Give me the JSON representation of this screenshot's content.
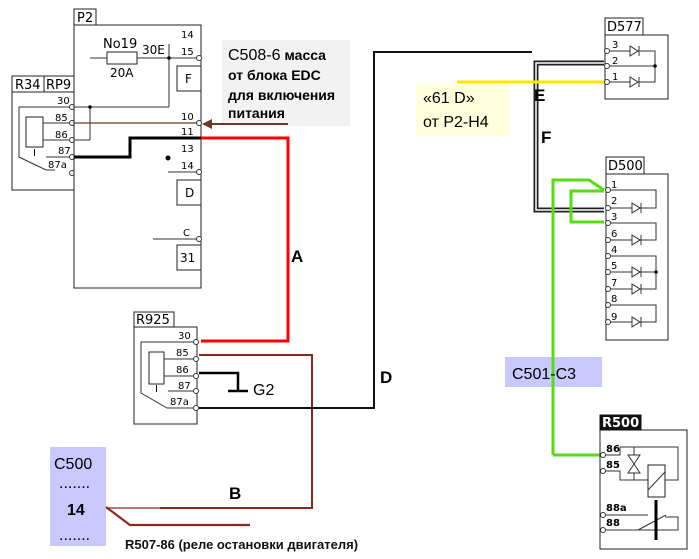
{
  "components": {
    "p2": {
      "title": "P2",
      "fuse_name": "No19",
      "fuse_rating": "20A",
      "fuse_terminal": "30E",
      "pins": [
        "14",
        "15",
        "10",
        "11",
        "13",
        "14",
        "C"
      ],
      "blocks": [
        "F",
        "D",
        "31"
      ]
    },
    "r34": {
      "title": "R34",
      "subtitle": "RP9",
      "pins": [
        "30",
        "85",
        "86",
        "87",
        "87a"
      ],
      "coil_mark": "I"
    },
    "r925": {
      "title": "R925",
      "pins": [
        "30",
        "85",
        "86",
        "87",
        "87a"
      ],
      "coil_mark": "I"
    },
    "d577": {
      "title": "D577",
      "pins": [
        "3",
        "2",
        "1"
      ]
    },
    "d500": {
      "title": "D500",
      "pins": [
        "1",
        "2",
        "3",
        "6",
        "4",
        "5",
        "7",
        "8",
        "9"
      ]
    },
    "r500": {
      "title": "R500",
      "pins": [
        "86",
        "85",
        "88a",
        "88"
      ]
    },
    "ground": {
      "label": "G2"
    }
  },
  "annotations": {
    "c508": {
      "line1_code": "C508-6",
      "line1_rest": "масса",
      "line2": "от блока EDC",
      "line3": "для включения",
      "line4": "питания"
    },
    "note_61d": {
      "line1": "«61 D»",
      "line2": "от P2-H4"
    },
    "c501": {
      "label": "C501-C3"
    },
    "c500": {
      "title": "C500",
      "dots_top": ".......",
      "pin": "14",
      "dots_bottom": "......."
    },
    "r507": {
      "label": "R507-86 (реле остановки двигателя)"
    }
  },
  "wires": [
    {
      "label": "A",
      "color": "#ff0000"
    },
    {
      "label": "B",
      "color": "#8b2a1a"
    },
    {
      "label": "D",
      "color": "#111111"
    },
    {
      "label": "E",
      "color": "#ffe600"
    },
    {
      "label": "F",
      "color": "#222222"
    },
    {
      "label": "C501-C3",
      "color": "#55dd11"
    }
  ],
  "colors": {
    "note_bg_blue": "#c8c8ff",
    "note_bg_yellow": "#ffffdd",
    "note_bg_gray": "#f2f2f2"
  }
}
